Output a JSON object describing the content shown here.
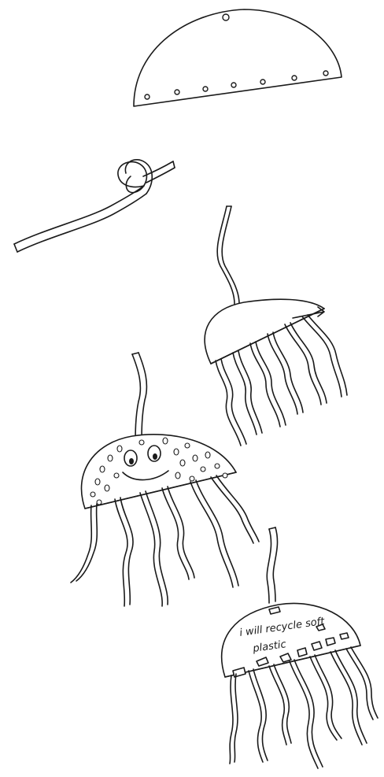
{
  "drawing": {
    "steps": [
      {
        "id": "step-1",
        "subject": "half circle with punched holes"
      },
      {
        "id": "step-2",
        "subject": "knotted string"
      },
      {
        "id": "step-3",
        "subject": "jellyfish with strings threaded"
      },
      {
        "id": "step-4",
        "subject": "decorated smiling jellyfish"
      },
      {
        "id": "step-5",
        "subject": "jellyfish with written message"
      }
    ],
    "message_line_1": "i will recycle soft",
    "message_line_2": "plastic",
    "ink_color": "#1a1a1a",
    "paper_color": "#ffffff"
  }
}
